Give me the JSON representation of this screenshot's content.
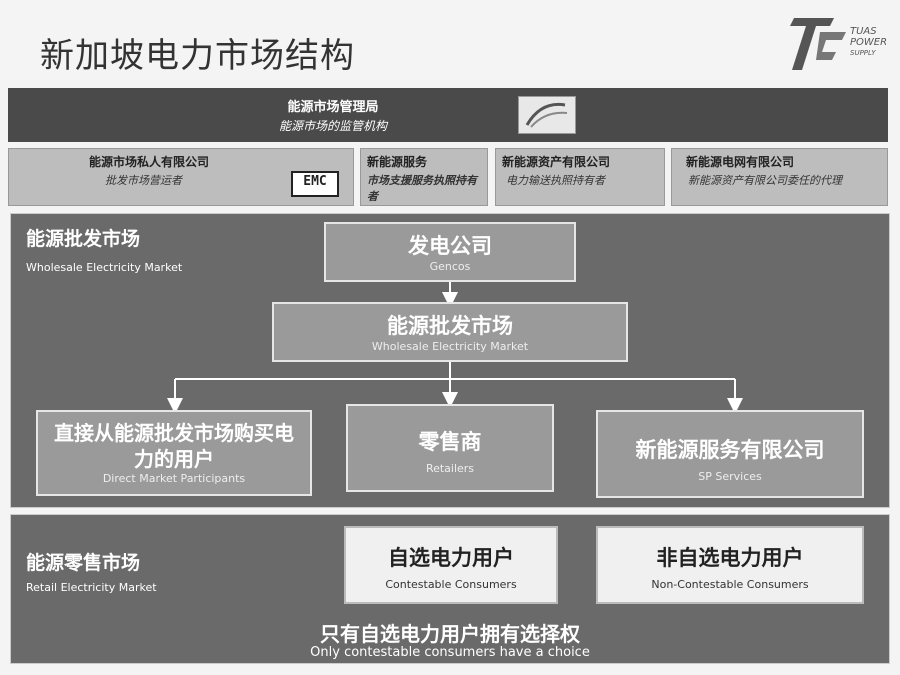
{
  "title": "新加坡电力市场结构",
  "logo": {
    "text1": "TUAS",
    "text2": "POWER",
    "text3": "SUPPLY"
  },
  "regulator": {
    "name": "能源市场管理局",
    "desc": "能源市场的监管机构"
  },
  "agencies": [
    {
      "name": "能源市场私人有限公司",
      "desc": "批发市场营运者",
      "badge": "EMC"
    },
    {
      "name": "新能源服务",
      "desc": "市场支援服务执照持有者"
    },
    {
      "name": "新能源资产有限公司",
      "desc": "电力输送执照持有者"
    },
    {
      "name": "新能源电网有限公司",
      "desc": "新能源资产有限公司委任的代理"
    }
  ],
  "wholesale": {
    "label_cn": "能源批发市场",
    "label_en": "Wholesale Electricity Market",
    "gencos": {
      "cn": "发电公司",
      "en": "Gencos"
    },
    "market": {
      "cn": "能源批发市场",
      "en": "Wholesale Electricity Market"
    },
    "direct": {
      "cn": "直接从能源批发市场购买电力的用户",
      "en": "Direct Market Participants"
    },
    "retailers": {
      "cn": "零售商",
      "en": "Retailers"
    },
    "sp": {
      "cn": "新能源服务有限公司",
      "en": "SP Services"
    }
  },
  "retail": {
    "label_cn": "能源零售市场",
    "label_en": "Retail Electricity Market",
    "contestable": {
      "cn": "自选电力用户",
      "en": "Contestable Consumers"
    },
    "noncontestable": {
      "cn": "非自选电力用户",
      "en": "Non-Contestable Consumers"
    },
    "choice_cn": "只有自选电力用户拥有选择权",
    "choice_en": "Only contestable consumers have a choice"
  },
  "colors": {
    "dark": "#4a4a4a",
    "panel": "#6a6a6a",
    "node": "#9a9a9a",
    "light": "#bdbdbd"
  }
}
